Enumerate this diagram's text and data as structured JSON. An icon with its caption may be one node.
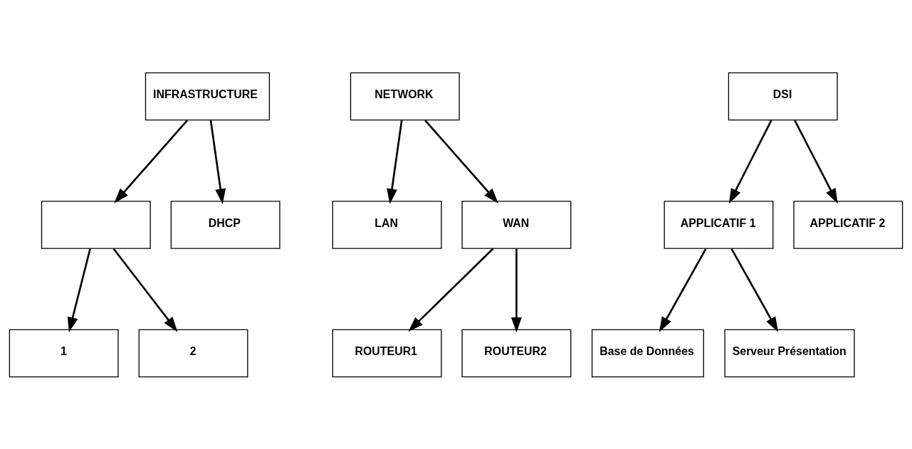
{
  "diagram": {
    "nodes": [
      {
        "text": [
          "INFRASTRUCTURE"
        ]
      },
      {
        "text": [
          "NETWORK"
        ]
      },
      {
        "text": [
          "DSI"
        ]
      },
      {
        "text": [],
        "shape": "box"
      },
      {
        "text": [
          "DHCP"
        ]
      },
      {
        "text": [
          "LAN"
        ]
      },
      {
        "text": [
          "WAN"
        ]
      },
      {
        "text": [
          "APPLICATIF 1"
        ]
      },
      {
        "text": [
          "APPLICATIF 2"
        ]
      },
      {
        "text": [
          "1"
        ]
      },
      {
        "text": [
          "2"
        ]
      },
      {
        "text": [
          "ROUTEUR1"
        ]
      },
      {
        "text": [
          "ROUTEUR2"
        ]
      },
      {
        "text": [
          "Base de Données"
        ]
      },
      {
        "text": [
          "Serveur Présentation"
        ]
      }
    ],
    "edges": [
      {
        "from": 0,
        "to": 3,
        "arrow": "to"
      },
      {
        "from": 0,
        "to": 4,
        "arrow": "to"
      },
      {
        "from": 1,
        "to": 5,
        "arrow": "to"
      },
      {
        "from": 1,
        "to": 6,
        "arrow": "to"
      },
      {
        "from": 2,
        "to": 7,
        "arrow": "to"
      },
      {
        "from": 2,
        "to": 8,
        "arrow": "to"
      },
      {
        "from": 3,
        "to": 9,
        "arrow": "to"
      },
      {
        "from": 3,
        "to": 10,
        "arrow": "to"
      },
      {
        "from": 6,
        "to": 11,
        "arrow": "to"
      },
      {
        "from": 6,
        "to": 12,
        "arrow": "to"
      },
      {
        "from": 7,
        "to": 13,
        "arrow": "to"
      },
      {
        "from": 7,
        "to": 14,
        "arrow": "to"
      }
    ]
  }
}
